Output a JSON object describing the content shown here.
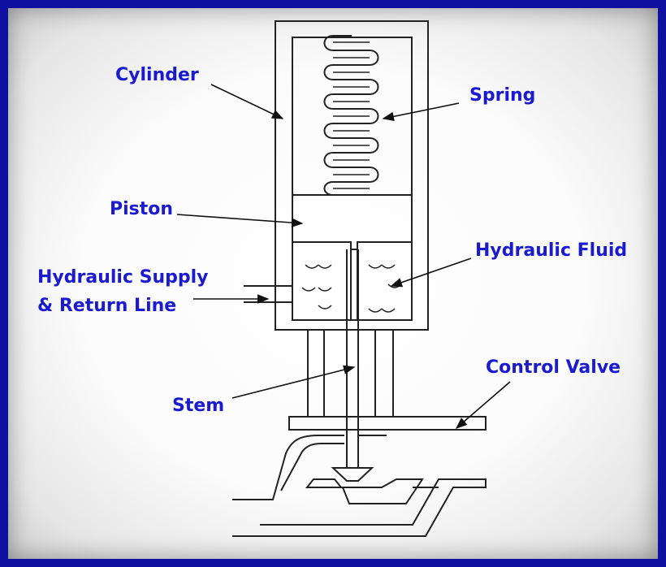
{
  "labels": {
    "cylinder": "Cylinder",
    "spring": "Spring",
    "piston": "Piston",
    "hydraulic_fluid": "Hydraulic Fluid",
    "supply_line_1": "Hydraulic Supply",
    "supply_line_2": "& Return Line",
    "stem": "Stem",
    "control_valve": "Control Valve"
  },
  "colors": {
    "label": "#1a1ad0",
    "border": "#1010a0",
    "line": "#222222"
  }
}
